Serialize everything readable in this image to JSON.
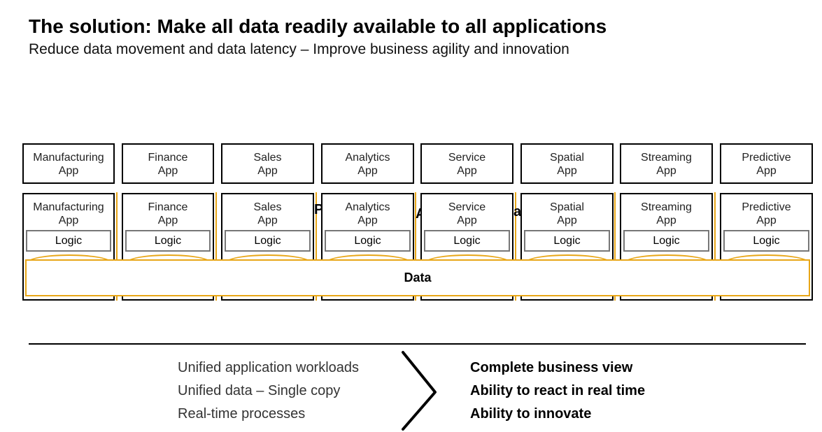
{
  "header": {
    "title": "The solution: Make all data readily available to all applications",
    "subtitle": "Reduce data movement and data latency – Improve business agility and innovation"
  },
  "top_apps": [
    {
      "line1": "Manufacturing",
      "line2": "App"
    },
    {
      "line1": "Finance",
      "line2": "App"
    },
    {
      "line1": "Sales",
      "line2": "App"
    },
    {
      "line1": "Analytics",
      "line2": "App"
    },
    {
      "line1": "Service",
      "line2": "App"
    },
    {
      "line1": "Spatial",
      "line2": "App"
    },
    {
      "line1": "Streaming",
      "line2": "App"
    },
    {
      "line1": "Predictive",
      "line2": "App"
    }
  ],
  "bottom_apps": [
    {
      "line1": "Manufacturing",
      "line2": "App",
      "logic": "Logic"
    },
    {
      "line1": "Finance",
      "line2": "App",
      "logic": "Logic"
    },
    {
      "line1": "Sales",
      "line2": "App",
      "logic": "Logic"
    },
    {
      "line1": "Analytics",
      "line2": "App",
      "logic": "Logic"
    },
    {
      "line1": "Service",
      "line2": "App",
      "logic": "Logic"
    },
    {
      "line1": "Spatial",
      "line2": "App",
      "logic": "Logic"
    },
    {
      "line1": "Streaming",
      "line2": "App",
      "logic": "Logic"
    },
    {
      "line1": "Predictive",
      "line2": "App",
      "logic": "Logic"
    }
  ],
  "data_layer": {
    "label": "Data"
  },
  "benefits_left": [
    "Unified application workloads",
    "Unified data – Single copy",
    "Real-time processes"
  ],
  "benefits_right": [
    "Complete business view",
    "Ability to react in real time",
    "Ability to innovate"
  ],
  "colors": {
    "accent": "#e8a617",
    "logic_border": "#777777"
  }
}
